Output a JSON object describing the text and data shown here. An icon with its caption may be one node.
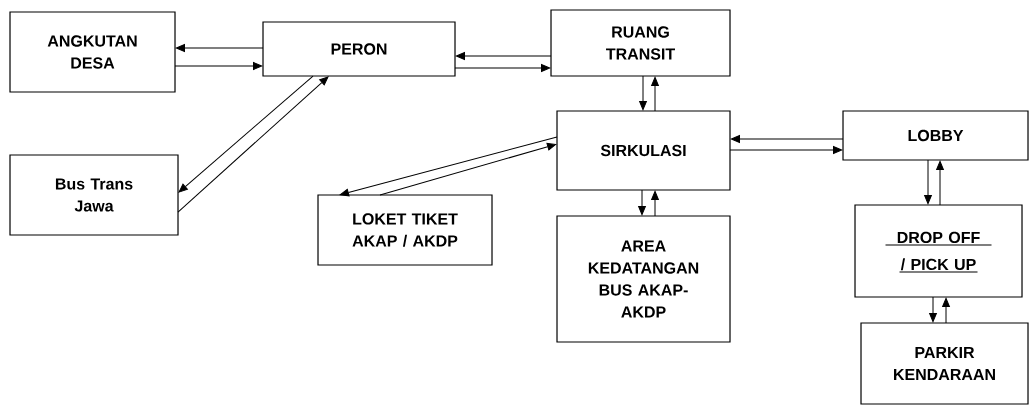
{
  "diagram": {
    "nodes": [
      {
        "text": [
          "ANGKUTAN DESA"
        ]
      },
      {
        "text": [
          "PERON"
        ]
      },
      {
        "text": [
          "RUANG TRANSIT"
        ]
      },
      {
        "text": [
          "Bus Trans Jawa"
        ]
      },
      {
        "text": [
          "SIRKULASI"
        ]
      },
      {
        "text": [
          "LOBBY"
        ]
      },
      {
        "text": [
          "LOKET TIKET AKAP / AKDP"
        ]
      },
      {
        "text": [
          "AREA KEDATANGAN BUS AKAP-AKDP"
        ]
      },
      {
        "text": [
          "DROP OFF / PICK UP"
        ]
      },
      {
        "text": [
          "PARKIR KENDARAAN"
        ]
      }
    ],
    "edges": [
      {
        "from": 1,
        "to": 0,
        "arrow": "to"
      },
      {
        "from": 0,
        "to": 1,
        "arrow": "to"
      },
      {
        "from": 2,
        "to": 1,
        "arrow": "to"
      },
      {
        "from": 1,
        "to": 2,
        "arrow": "to"
      },
      {
        "from": 1,
        "to": 3,
        "arrow": "to"
      },
      {
        "from": 3,
        "to": 1,
        "arrow": "to"
      },
      {
        "from": 2,
        "to": 4,
        "arrow": "to"
      },
      {
        "from": 4,
        "to": 2,
        "arrow": "to"
      },
      {
        "from": 5,
        "to": 4,
        "arrow": "to"
      },
      {
        "from": 4,
        "to": 5,
        "arrow": "to"
      },
      {
        "from": 4,
        "to": 6,
        "arrow": "to"
      },
      {
        "from": 6,
        "to": 4,
        "arrow": "to"
      },
      {
        "from": 4,
        "to": 7,
        "arrow": "to"
      },
      {
        "from": 7,
        "to": 4,
        "arrow": "to"
      },
      {
        "from": 5,
        "to": 8,
        "arrow": "to"
      },
      {
        "from": 8,
        "to": 5,
        "arrow": "to"
      },
      {
        "from": 8,
        "to": 9,
        "arrow": "to"
      },
      {
        "from": 9,
        "to": 8,
        "arrow": "to"
      }
    ]
  }
}
